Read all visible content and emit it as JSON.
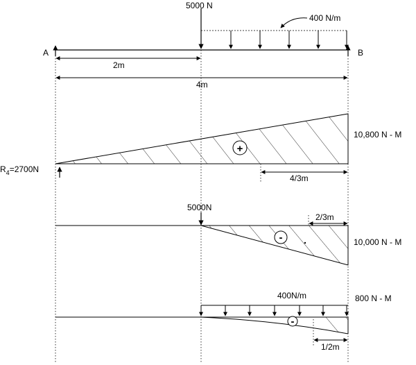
{
  "beam": {
    "load_point": "5000 N",
    "udl_load": "400 N/m",
    "support_left": "A",
    "support_right": "B",
    "dim_half": "2m",
    "dim_full": "4m"
  },
  "reaction": {
    "prefix": "R",
    "subscript": "4",
    "value": "=2700N"
  },
  "diagram1": {
    "sign": "+",
    "moment": "10,800 N - M",
    "dim": "4/3m"
  },
  "diagram2": {
    "load": "5000N",
    "sign": "-",
    "moment": "10,000 N - M",
    "dim": "2/3m"
  },
  "diagram3": {
    "load": "400N/m",
    "moment": "800 N - M",
    "sign": "-",
    "dim": "1/2m"
  }
}
